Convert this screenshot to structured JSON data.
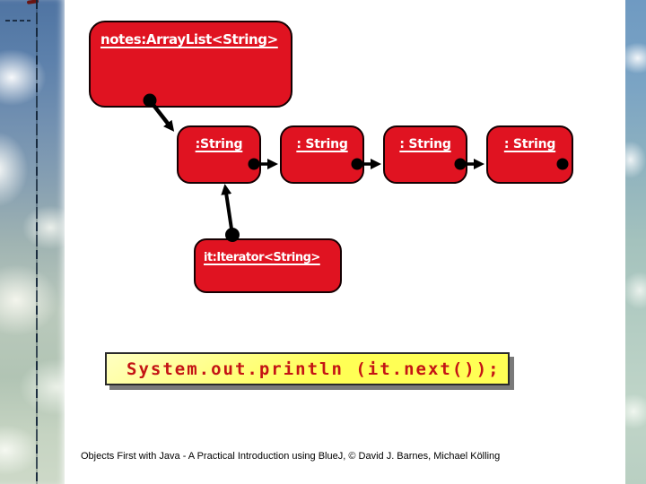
{
  "theme": {
    "object-red": "#e01321",
    "object-border": "#150002",
    "code-bg": "#ffff55",
    "code-bg-light": "#ffffc2",
    "code-text": "#c41414",
    "code-border": "#2a2a2a",
    "code-shadow": "#7a7a7a"
  },
  "slide": {
    "arraylist_box": {
      "label": "notes:ArrayList<String>"
    },
    "string_boxes": [
      {
        "label": ":String"
      },
      {
        "label": ": String"
      },
      {
        "label": ": String"
      },
      {
        "label": ": String"
      }
    ],
    "iterator_box": {
      "label": "it:Iterator<String>"
    },
    "code_box": {
      "code": "System.out.println (it.next());"
    },
    "footer": {
      "text": "Objects First with Java - A Practical Introduction using BlueJ, © David J. Barnes, Michael Kölling"
    }
  }
}
